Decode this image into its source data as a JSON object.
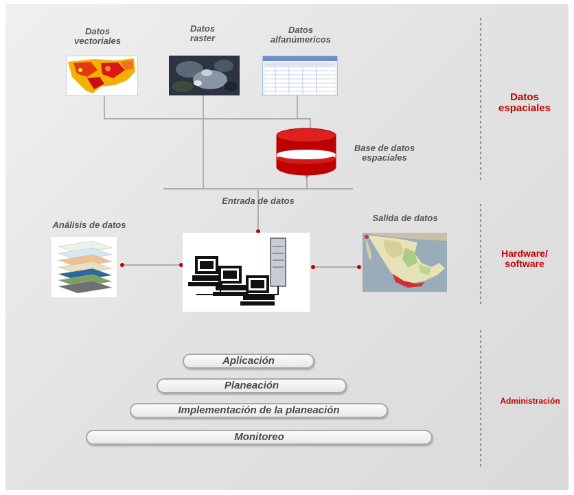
{
  "inputs": {
    "vectoriales": "Datos\nvectoriales",
    "raster": "Datos\nraster",
    "alfanumericos": "Datos\nalfanúmericos"
  },
  "base_datos": "Base de datos\nespaciales",
  "entrada": "Entrada de datos",
  "analisis": "Análisis de datos",
  "salida": "Salida de datos",
  "sections": {
    "datos_espaciales": "Datos\nespaciales",
    "hardware": "Hardware/\nsoftware",
    "administracion": "Administración"
  },
  "steps": [
    "Aplicación",
    "Planeación",
    "Implementación de la planeación",
    "Monitoreo"
  ],
  "colors": {
    "accent": "#c00000",
    "connector": "#999999",
    "text": "#555555"
  },
  "icons": [
    "vector-map-image",
    "raster-satellite-image",
    "attribute-table-image",
    "database-cylinder-icon",
    "data-layers-image",
    "computer-network-icon",
    "mexico-map-image"
  ]
}
